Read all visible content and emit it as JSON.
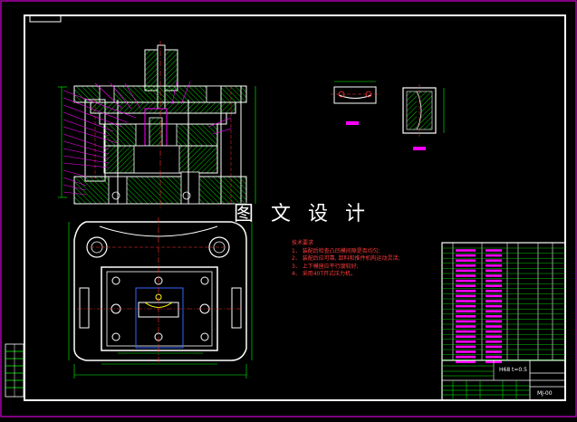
{
  "watermark": "图 文 设 计",
  "notes": {
    "heading": "技术要求",
    "lines": [
      "1、 装配后检查凸凹模间隙是否均匀;",
      "2、 装配后应可靠, 卸料和推件机构运动灵活;",
      "3、 上下模座应平行度较好;",
      "4、 采用40T开式压力机。"
    ]
  },
  "title_block": {
    "material_note": "H68 t=0.5",
    "drawing_no": "MJ-00"
  },
  "colors": {
    "frame": "#ff00ff",
    "outline": "#ffffff",
    "hatch": "#00ff00",
    "dim": "#00ff00",
    "center": "#ff3333",
    "tag": "#ff00ff",
    "yellow": "#ffff00",
    "blue": "#3366ff"
  }
}
